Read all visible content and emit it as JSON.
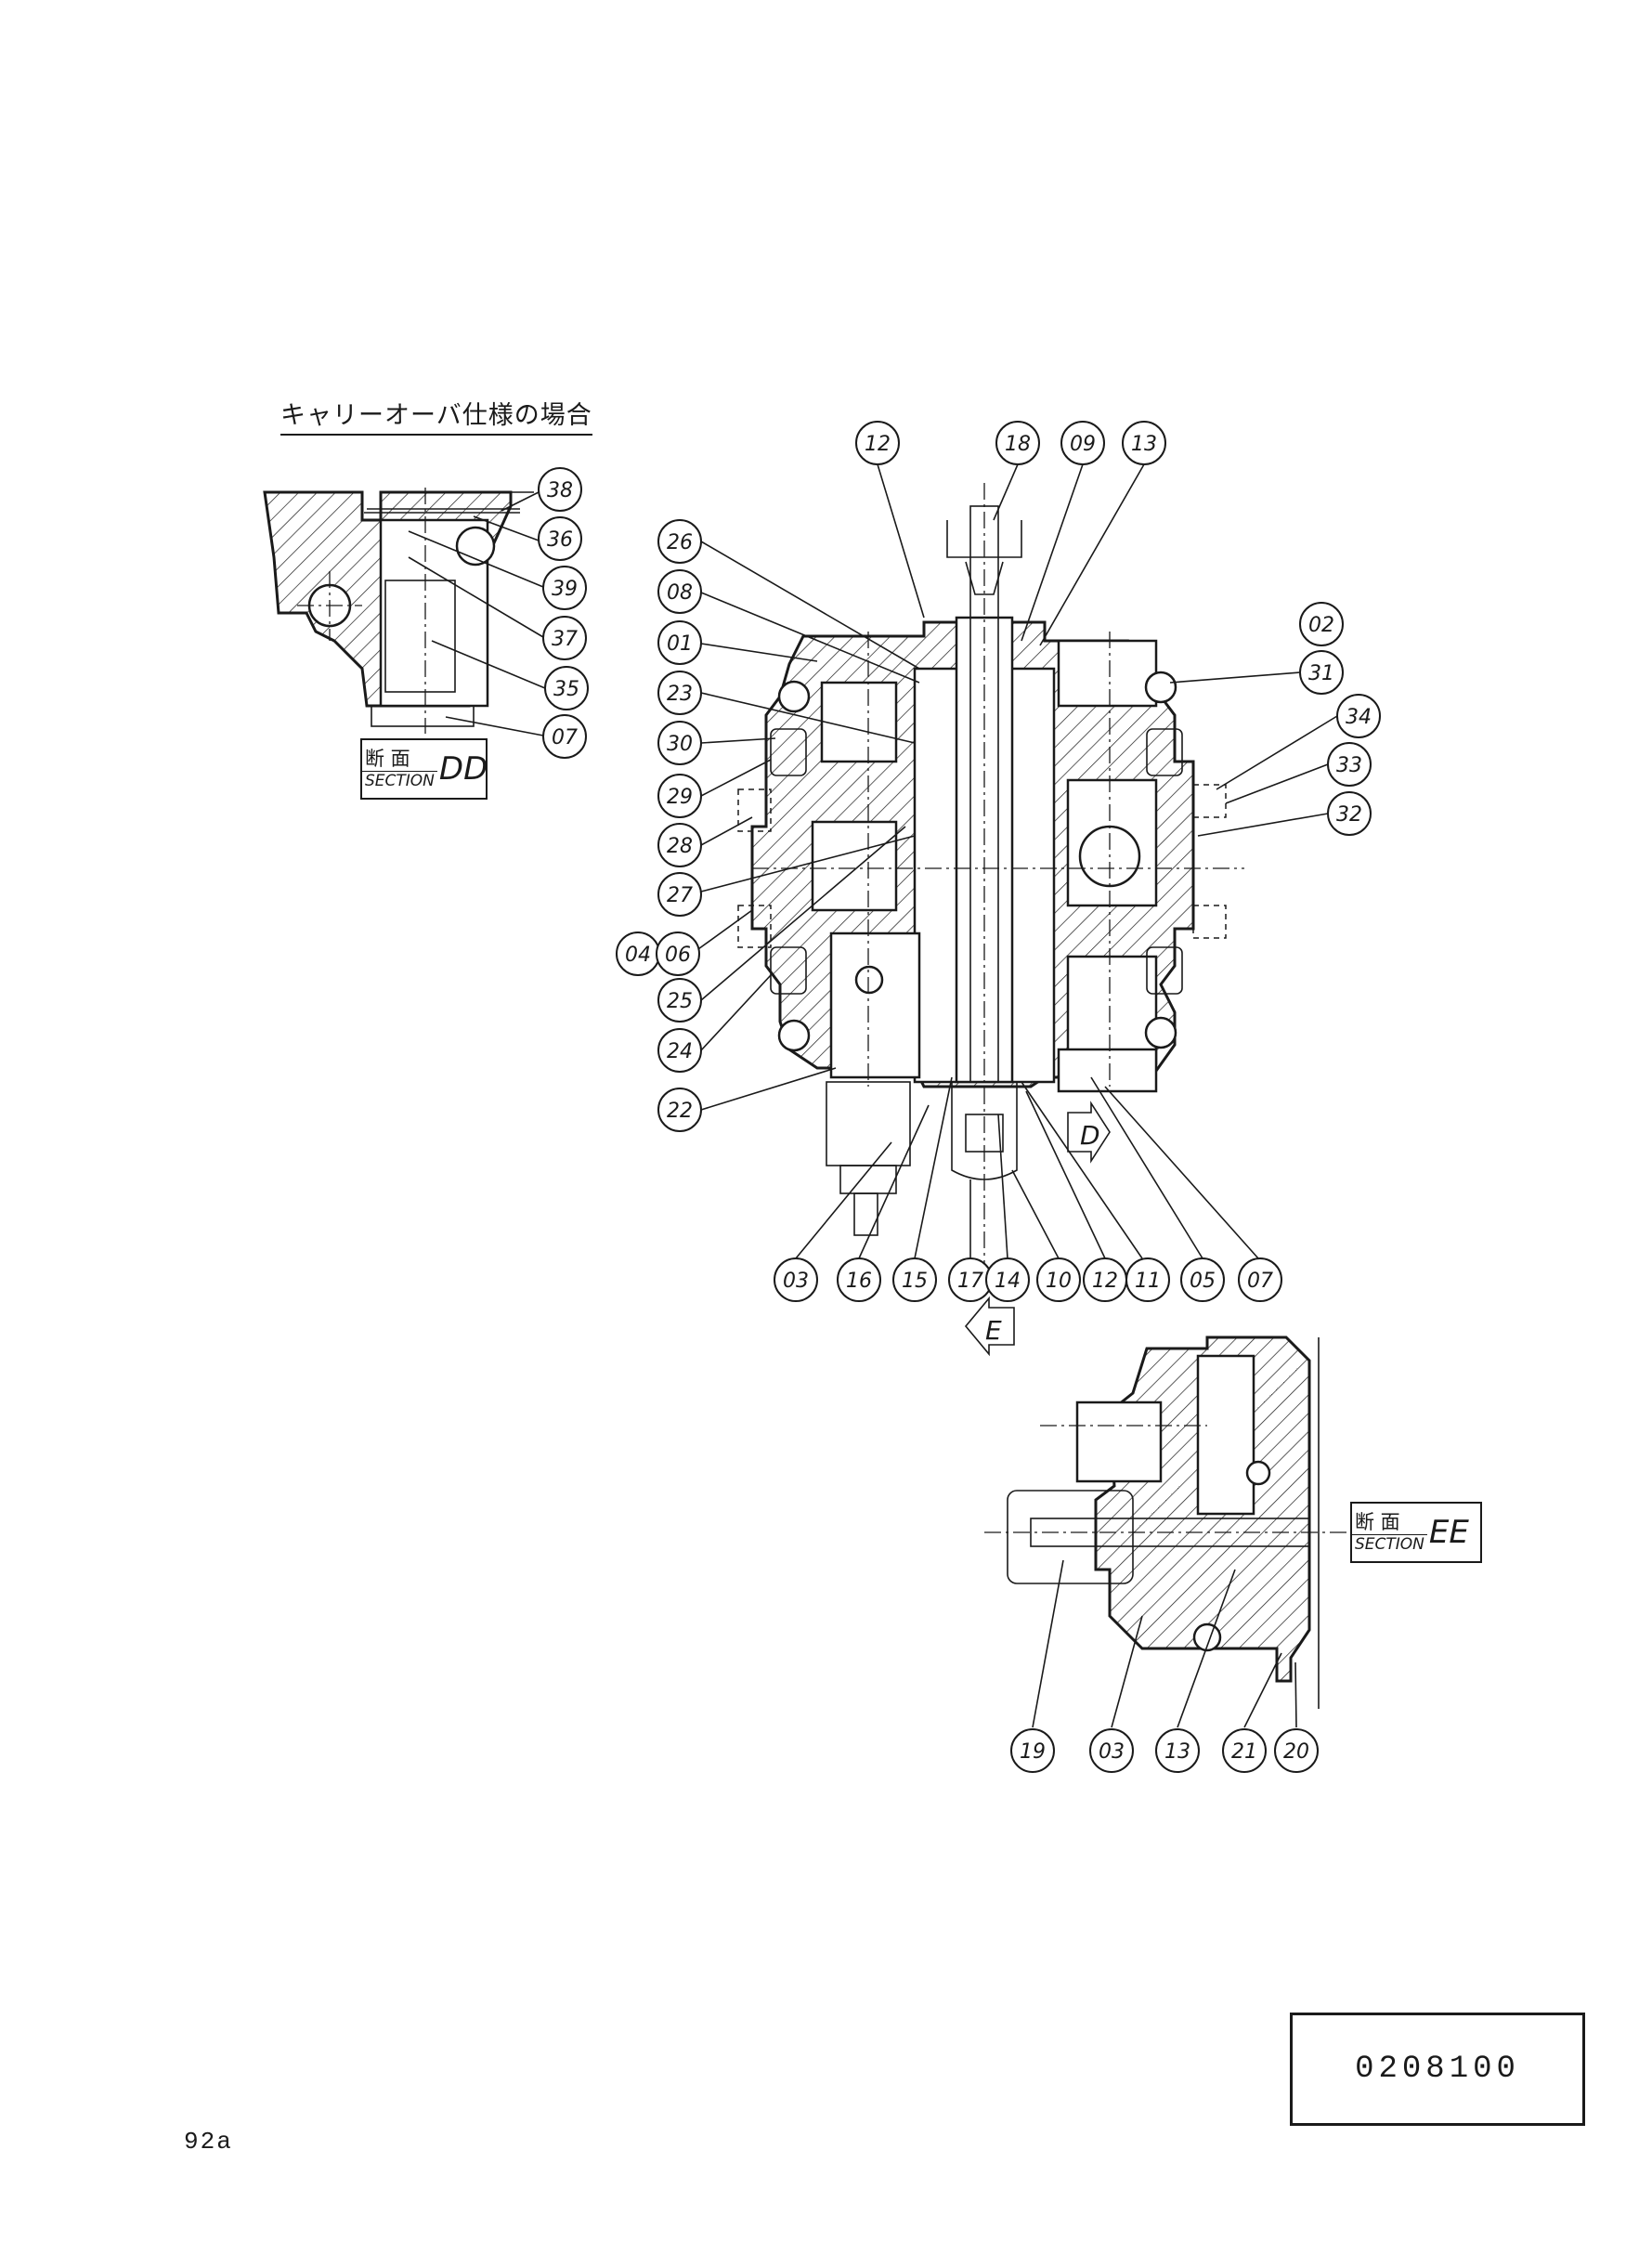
{
  "notes": {
    "carry_over_title": "キャリーオーバ仕様の場合"
  },
  "sections": {
    "dd": {
      "label_jp": "断 面",
      "label_en": "SECTION",
      "ref": "DD"
    },
    "ee": {
      "label_jp": "断 面",
      "label_en": "SECTION",
      "ref": "EE"
    }
  },
  "view_arrows": {
    "d": "D",
    "e": "E"
  },
  "part_balloons": {
    "dd_detail": [
      "38",
      "36",
      "39",
      "37",
      "35",
      "07"
    ],
    "main_top": [
      "12",
      "18",
      "09",
      "13"
    ],
    "main_left": [
      "26",
      "08",
      "01",
      "23",
      "30",
      "29",
      "28",
      "27",
      "04",
      "06",
      "25",
      "24",
      "22"
    ],
    "main_right": [
      "02",
      "31",
      "34",
      "33",
      "32"
    ],
    "main_bottom": [
      "03",
      "16",
      "15",
      "17",
      "14",
      "10",
      "12",
      "11",
      "05",
      "07"
    ],
    "ee_detail": [
      "19",
      "03",
      "13",
      "21",
      "20"
    ]
  },
  "document_number": "0208100",
  "page_number": "92a",
  "colors": {
    "ink": "#1a1a1a",
    "paper": "#ffffff"
  }
}
